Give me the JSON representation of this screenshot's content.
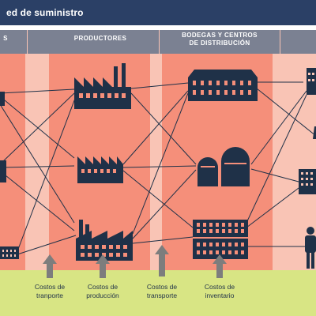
{
  "title": "ed de suministro",
  "columns": [
    {
      "label": "S"
    },
    {
      "label": "PRODUCTORES"
    },
    {
      "label_line1": "BODEGAS Y CENTROS",
      "label_line2": "DE DISTRIBUCIÓN"
    },
    {
      "label": ""
    }
  ],
  "costs": [
    {
      "line1": "Costos de",
      "line2": "tranporte"
    },
    {
      "line1": "Costos de",
      "line2": "producción"
    },
    {
      "line1": "Costos de",
      "line2": "transporte"
    },
    {
      "line1": "Costos de",
      "line2": "inventario"
    }
  ],
  "icons": {
    "factory_top": "factory-icon",
    "factory_mid": "factory-icon",
    "factory_bottom": "factory-icon",
    "warehouse_top": "warehouse-icon",
    "silos": "silo-icon",
    "warehouse_bottom": "warehouse-icon",
    "person": "person-icon"
  },
  "colors": {
    "header": "#2b4066",
    "band_dark": "#f58f7a",
    "band_light": "#f9c4b5",
    "cost_strip": "#d8e584",
    "icon": "#1f3148",
    "arrow": "#7d7d7d"
  }
}
